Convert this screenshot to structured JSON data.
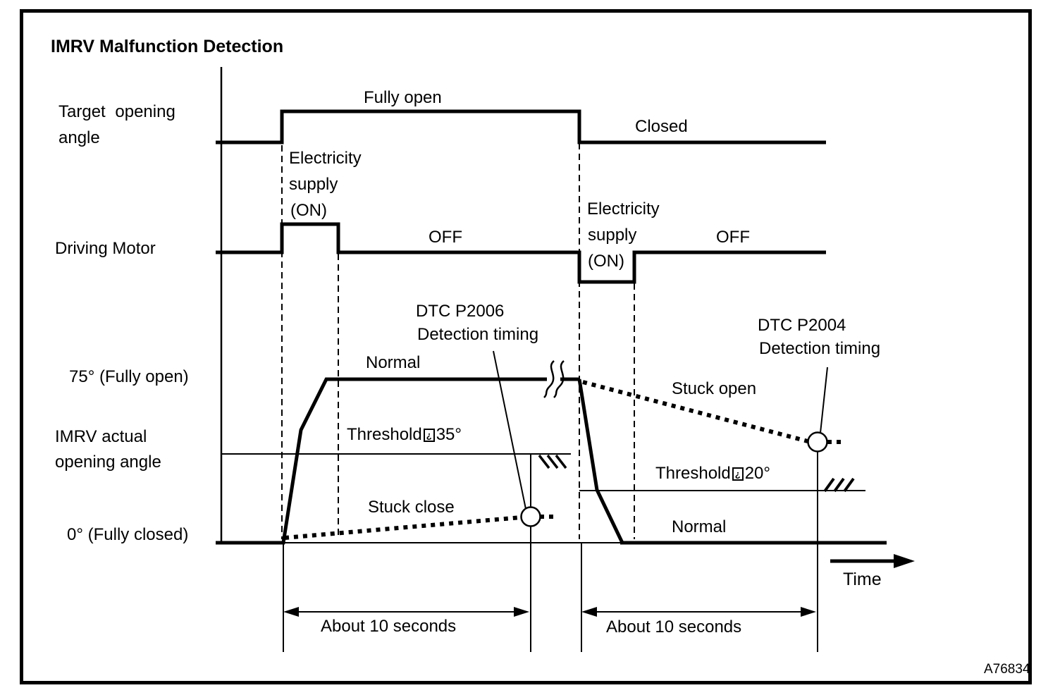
{
  "title": "IMRV Malfunction Detection",
  "figure_id": "A76834",
  "colors": {
    "ink": "#000000",
    "background": "#ffffff"
  },
  "target_row": {
    "label_line1": "Target opening",
    "label_line2": "angle",
    "fully_open": "Fully open",
    "closed": "Closed"
  },
  "motor_row": {
    "label": "Driving Motor",
    "supply1_line1": "Electricity",
    "supply1_line2": "supply",
    "supply1_line3": "(ON)",
    "off1": "OFF",
    "supply2_line1": "Electricity",
    "supply2_line2": "supply",
    "supply2_line3": "(ON)",
    "off2": "OFF"
  },
  "imrv_row": {
    "label_line1": "IMRV actual",
    "label_line2": "opening angle",
    "level_75": "75° (Fully open)",
    "level_0": "0° (Fully closed)",
    "normal_left": "Normal",
    "normal_right": "Normal",
    "stuck_close": "Stuck close",
    "stuck_open": "Stuck open",
    "threshold_35_prefix": "Threshold",
    "threshold_35_glyph": "¿",
    "threshold_35_value": "35°",
    "threshold_20_prefix": "Threshold",
    "threshold_20_glyph": "¿",
    "threshold_20_value": "20°",
    "dtc_p2006_line1": "DTC P2006",
    "dtc_p2006_line2": "Detection timing",
    "dtc_p2004_line1": "DTC P2004",
    "dtc_p2004_line2": "Detection timing"
  },
  "timeline": {
    "time_label": "Time",
    "duration_left": "About 10 seconds",
    "duration_right": "About 10 seconds"
  }
}
